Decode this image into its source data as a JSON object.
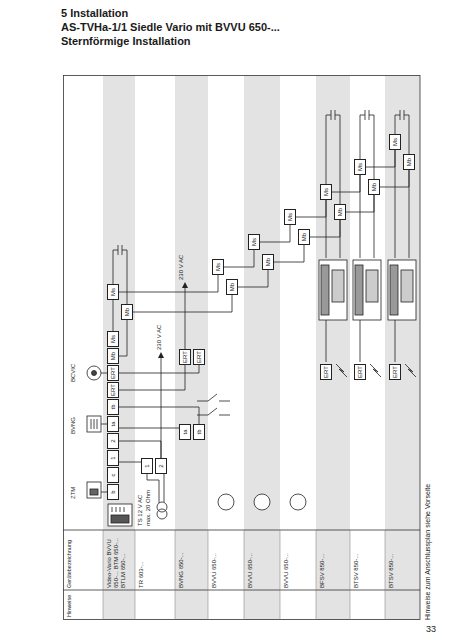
{
  "diagram": {
    "title": "5 Installation",
    "nodes": [
      {
        "text": [
          "Video-Vario BVVU 650-... BTM 650-... BTLM 650-..."
        ]
      },
      {
        "text": [
          "TR 603-..."
        ]
      },
      {
        "text": [
          "BVNG 650-..."
        ]
      },
      {
        "text": [
          "BVVU 650-..."
        ]
      },
      {
        "text": [
          "BVVU 650-..."
        ]
      },
      {
        "text": [
          "BVVU 650-..."
        ]
      },
      {
        "text": [
          "BFSV 850-..."
        ]
      },
      {
        "text": [
          "BTSV 850-..."
        ]
      },
      {
        "text": [
          "BTSV 850-..."
        ]
      },
      {
        "text": [
          "b"
        ],
        "in": 0
      },
      {
        "text": [
          "c"
        ],
        "in": 0
      },
      {
        "text": [
          "1"
        ],
        "in": 0
      },
      {
        "text": [
          "2"
        ],
        "in": 0
      },
      {
        "text": [
          "ta"
        ],
        "in": 0
      },
      {
        "text": [
          "tb"
        ],
        "in": 0
      },
      {
        "text": [
          "ERT"
        ],
        "in": 0
      },
      {
        "text": [
          "ERT"
        ],
        "in": 0
      },
      {
        "text": [
          "Mb"
        ],
        "in": 0
      },
      {
        "text": [
          "Ms"
        ],
        "in": 0
      },
      {
        "text": [
          "Ms"
        ],
        "in": 0
      },
      {
        "text": [
          "Mb"
        ],
        "in": 0
      },
      {
        "text": [
          "1"
        ],
        "in": 1
      },
      {
        "text": [
          "2"
        ],
        "in": 1
      },
      {
        "text": [
          "ta"
        ],
        "in": 2
      },
      {
        "text": [
          "tb"
        ],
        "in": 2
      },
      {
        "text": [
          "ERT"
        ],
        "in": 2
      },
      {
        "text": [
          "ERT"
        ],
        "in": 2
      },
      {
        "text": [
          "Ms"
        ],
        "in": 3
      },
      {
        "text": [
          "Mb"
        ],
        "in": 3
      },
      {
        "text": [
          "Ms"
        ],
        "in": 4
      },
      {
        "text": [
          "Mb"
        ],
        "in": 4
      },
      {
        "text": [
          "Ms"
        ],
        "in": 5
      },
      {
        "text": [
          "Mb"
        ],
        "in": 5
      },
      {
        "text": [
          "Ms"
        ],
        "in": 6
      },
      {
        "text": [
          "Mb"
        ],
        "in": 6
      },
      {
        "text": [
          "ERT"
        ],
        "in": 6
      },
      {
        "text": [
          "Ms"
        ],
        "in": 7
      },
      {
        "text": [
          "Mb"
        ],
        "in": 7
      },
      {
        "text": [
          "ERT"
        ],
        "in": 7
      },
      {
        "text": [
          "Ms"
        ],
        "in": 8
      },
      {
        "text": [
          "Mb"
        ],
        "in": 8
      },
      {
        "text": [
          "ERT"
        ],
        "in": 8
      }
    ],
    "edges": [
      {
        "from": 18,
        "to": 19,
        "arrow": "none"
      },
      {
        "from": 17,
        "to": 20,
        "arrow": "none"
      },
      {
        "from": 13,
        "to": 23,
        "arrow": "none"
      },
      {
        "from": 14,
        "to": 24,
        "arrow": "none"
      },
      {
        "from": 11,
        "to": 21,
        "arrow": "none"
      },
      {
        "from": 12,
        "to": 22,
        "arrow": "none"
      },
      {
        "from": 15,
        "to": 25,
        "arrow": "none"
      },
      {
        "from": 16,
        "to": 26,
        "arrow": "none"
      },
      {
        "from": 19,
        "to": 27,
        "arrow": "none"
      },
      {
        "from": 20,
        "to": 28,
        "arrow": "none"
      },
      {
        "from": 27,
        "to": 29,
        "arrow": "none"
      },
      {
        "from": 28,
        "to": 30,
        "arrow": "none"
      },
      {
        "from": 29,
        "to": 31,
        "arrow": "none"
      },
      {
        "from": 30,
        "to": 32,
        "arrow": "none"
      },
      {
        "from": 31,
        "to": 33,
        "arrow": "none"
      },
      {
        "from": 32,
        "to": 34,
        "arrow": "none"
      },
      {
        "from": 33,
        "to": 36,
        "arrow": "none"
      },
      {
        "from": 34,
        "to": 37,
        "arrow": "none"
      },
      {
        "from": 36,
        "to": 39,
        "arrow": "none"
      },
      {
        "from": 37,
        "to": 40,
        "arrow": "none"
      }
    ],
    "labels": [
      "AS-TVHa-1/1 Siedle Vario mit BVVU 650-...",
      "Sternförmige Installation",
      "Hinweise zum Anschlussplan siehe Vorseite",
      "33",
      "Hinweise",
      "Gerätebezeichnung",
      "ZTM",
      "BVNG",
      "BCVIC",
      "TS 12 V AC max. 20 Ohm",
      "230 V AC",
      "230 V AC"
    ]
  }
}
